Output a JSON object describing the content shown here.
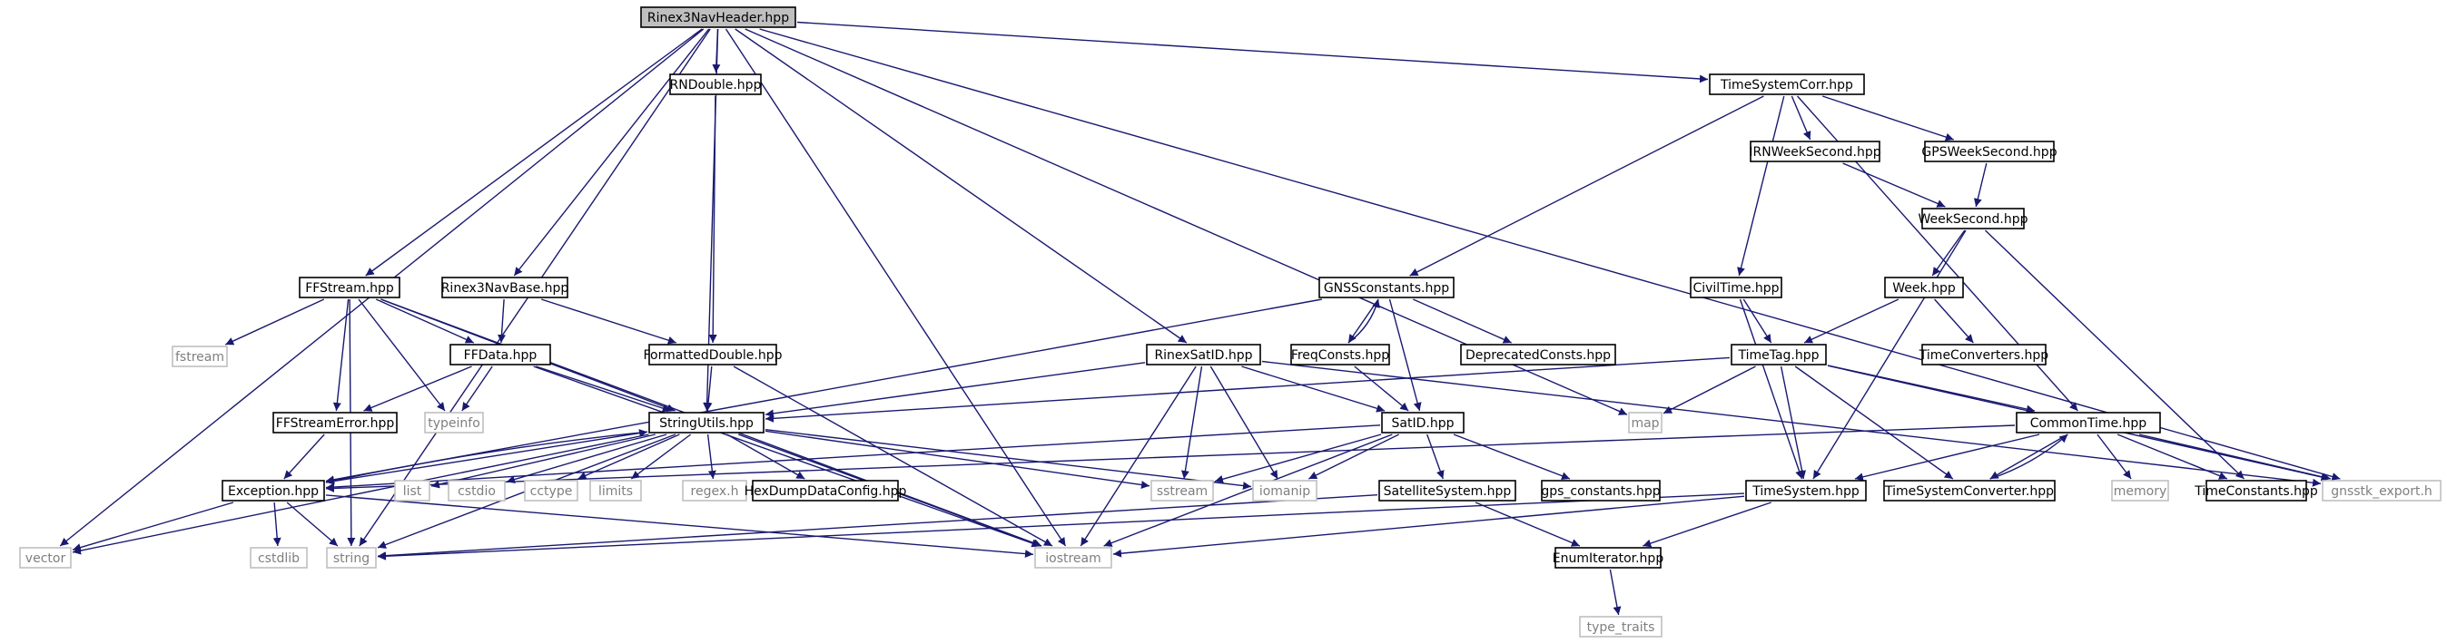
{
  "diagram": {
    "nodes": [
      {
        "id": "n0",
        "label": "Rinex3NavHeader.hpp",
        "kind": "root"
      },
      {
        "id": "n1",
        "label": "FFStream.hpp",
        "kind": "local"
      },
      {
        "id": "n2",
        "label": "fstream",
        "kind": "system"
      },
      {
        "id": "n3",
        "label": "FFData.hpp",
        "kind": "local"
      },
      {
        "id": "n4",
        "label": "StringUtils.hpp",
        "kind": "local"
      },
      {
        "id": "n5",
        "label": "string",
        "kind": "system"
      },
      {
        "id": "n6",
        "label": "typeinfo",
        "kind": "system"
      },
      {
        "id": "n7",
        "label": "FFStreamError.hpp",
        "kind": "local"
      },
      {
        "id": "n8",
        "label": "Exception.hpp",
        "kind": "local"
      },
      {
        "id": "n9",
        "label": "cstdlib",
        "kind": "system"
      },
      {
        "id": "n10",
        "label": "vector",
        "kind": "system"
      },
      {
        "id": "n11",
        "label": "iostream",
        "kind": "system"
      },
      {
        "id": "n12",
        "label": "list",
        "kind": "system"
      },
      {
        "id": "n13",
        "label": "cstdio",
        "kind": "system"
      },
      {
        "id": "n14",
        "label": "cctype",
        "kind": "system"
      },
      {
        "id": "n15",
        "label": "limits",
        "kind": "system"
      },
      {
        "id": "n16",
        "label": "regex.h",
        "kind": "system"
      },
      {
        "id": "n17",
        "label": "HexDumpDataConfig.hpp",
        "kind": "local"
      },
      {
        "id": "n18",
        "label": "sstream",
        "kind": "system"
      },
      {
        "id": "n19",
        "label": "iomanip",
        "kind": "system"
      },
      {
        "id": "n20",
        "label": "Rinex3NavBase.hpp",
        "kind": "local"
      },
      {
        "id": "n21",
        "label": "FormattedDouble.hpp",
        "kind": "local"
      },
      {
        "id": "n22",
        "label": "RNDouble.hpp",
        "kind": "local"
      },
      {
        "id": "n23",
        "label": "RinexSatID.hpp",
        "kind": "local"
      },
      {
        "id": "n24",
        "label": "SatID.hpp",
        "kind": "local"
      },
      {
        "id": "n25",
        "label": "gps_constants.hpp",
        "kind": "local"
      },
      {
        "id": "n26",
        "label": "SatelliteSystem.hpp",
        "kind": "local"
      },
      {
        "id": "n27",
        "label": "EnumIterator.hpp",
        "kind": "local"
      },
      {
        "id": "n28",
        "label": "type_traits",
        "kind": "system"
      },
      {
        "id": "n29",
        "label": "gnsstk_export.h",
        "kind": "system"
      },
      {
        "id": "n30",
        "label": "GNSSconstants.hpp",
        "kind": "local"
      },
      {
        "id": "n31",
        "label": "FreqConsts.hpp",
        "kind": "local"
      },
      {
        "id": "n32",
        "label": "DeprecatedConsts.hpp",
        "kind": "local"
      },
      {
        "id": "n33",
        "label": "TimeSystemCorr.hpp",
        "kind": "local"
      },
      {
        "id": "n34",
        "label": "CivilTime.hpp",
        "kind": "local"
      },
      {
        "id": "n35",
        "label": "TimeTag.hpp",
        "kind": "local"
      },
      {
        "id": "n36",
        "label": "CommonTime.hpp",
        "kind": "local"
      },
      {
        "id": "n37",
        "label": "TimeSystem.hpp",
        "kind": "local"
      },
      {
        "id": "n38",
        "label": "TimeSystemConverter.hpp",
        "kind": "local"
      },
      {
        "id": "n39",
        "label": "TimeConstants.hpp",
        "kind": "local"
      },
      {
        "id": "n40",
        "label": "memory",
        "kind": "system"
      },
      {
        "id": "n41",
        "label": "map",
        "kind": "system"
      },
      {
        "id": "n42",
        "label": "IRNWeekSecond.hpp",
        "kind": "local"
      },
      {
        "id": "n43",
        "label": "WeekSecond.hpp",
        "kind": "local"
      },
      {
        "id": "n44",
        "label": "Week.hpp",
        "kind": "local"
      },
      {
        "id": "n45",
        "label": "TimeConverters.hpp",
        "kind": "local"
      },
      {
        "id": "n46",
        "label": "GPSWeekSecond.hpp",
        "kind": "local"
      }
    ],
    "edges": [
      [
        "n0",
        "n1"
      ],
      [
        "n0",
        "n4"
      ],
      [
        "n0",
        "n5"
      ],
      [
        "n0",
        "n10"
      ],
      [
        "n0",
        "n11"
      ],
      [
        "n0",
        "n20"
      ],
      [
        "n0",
        "n22"
      ],
      [
        "n0",
        "n23"
      ],
      [
        "n0",
        "n33"
      ],
      [
        "n0",
        "n41"
      ],
      [
        "n0",
        "n29"
      ],
      [
        "n1",
        "n2"
      ],
      [
        "n1",
        "n3"
      ],
      [
        "n1",
        "n4"
      ],
      [
        "n1",
        "n5"
      ],
      [
        "n1",
        "n6"
      ],
      [
        "n1",
        "n7"
      ],
      [
        "n1",
        "n11"
      ],
      [
        "n3",
        "n4"
      ],
      [
        "n3",
        "n6"
      ],
      [
        "n3",
        "n7"
      ],
      [
        "n3",
        "n11"
      ],
      [
        "n7",
        "n8"
      ],
      [
        "n8",
        "n5"
      ],
      [
        "n8",
        "n9"
      ],
      [
        "n8",
        "n10"
      ],
      [
        "n8",
        "n11"
      ],
      [
        "n8",
        "n4"
      ],
      [
        "n4",
        "n8"
      ],
      [
        "n4",
        "n5"
      ],
      [
        "n4",
        "n10"
      ],
      [
        "n4",
        "n11"
      ],
      [
        "n4",
        "n12"
      ],
      [
        "n4",
        "n13"
      ],
      [
        "n4",
        "n14"
      ],
      [
        "n4",
        "n15"
      ],
      [
        "n4",
        "n16"
      ],
      [
        "n4",
        "n17"
      ],
      [
        "n4",
        "n18"
      ],
      [
        "n4",
        "n19"
      ],
      [
        "n20",
        "n3"
      ],
      [
        "n20",
        "n21"
      ],
      [
        "n21",
        "n4"
      ],
      [
        "n21",
        "n11"
      ],
      [
        "n22",
        "n21"
      ],
      [
        "n23",
        "n24"
      ],
      [
        "n23",
        "n4"
      ],
      [
        "n23",
        "n18"
      ],
      [
        "n23",
        "n19"
      ],
      [
        "n23",
        "n11"
      ],
      [
        "n23",
        "n29"
      ],
      [
        "n24",
        "n8"
      ],
      [
        "n24",
        "n18"
      ],
      [
        "n24",
        "n19"
      ],
      [
        "n24",
        "n11"
      ],
      [
        "n24",
        "n25"
      ],
      [
        "n24",
        "n26"
      ],
      [
        "n26",
        "n27"
      ],
      [
        "n26",
        "n5"
      ],
      [
        "n27",
        "n28"
      ],
      [
        "n30",
        "n31"
      ],
      [
        "n30",
        "n32"
      ],
      [
        "n30",
        "n24"
      ],
      [
        "n30",
        "n8"
      ],
      [
        "n31",
        "n30"
      ],
      [
        "n31",
        "n24"
      ],
      [
        "n33",
        "n30"
      ],
      [
        "n33",
        "n34"
      ],
      [
        "n33",
        "n36"
      ],
      [
        "n33",
        "n42"
      ],
      [
        "n33",
        "n46"
      ],
      [
        "n34",
        "n35"
      ],
      [
        "n34",
        "n37"
      ],
      [
        "n35",
        "n4"
      ],
      [
        "n35",
        "n36"
      ],
      [
        "n35",
        "n37"
      ],
      [
        "n35",
        "n38"
      ],
      [
        "n35",
        "n41"
      ],
      [
        "n35",
        "n29"
      ],
      [
        "n36",
        "n8"
      ],
      [
        "n36",
        "n37"
      ],
      [
        "n36",
        "n38"
      ],
      [
        "n36",
        "n39"
      ],
      [
        "n36",
        "n40"
      ],
      [
        "n36",
        "n29"
      ],
      [
        "n37",
        "n27"
      ],
      [
        "n37",
        "n5"
      ],
      [
        "n37",
        "n11"
      ],
      [
        "n38",
        "n36"
      ],
      [
        "n42",
        "n43"
      ],
      [
        "n46",
        "n43"
      ],
      [
        "n43",
        "n44"
      ],
      [
        "n43",
        "n37"
      ],
      [
        "n43",
        "n39"
      ],
      [
        "n44",
        "n35"
      ],
      [
        "n44",
        "n45"
      ]
    ]
  }
}
